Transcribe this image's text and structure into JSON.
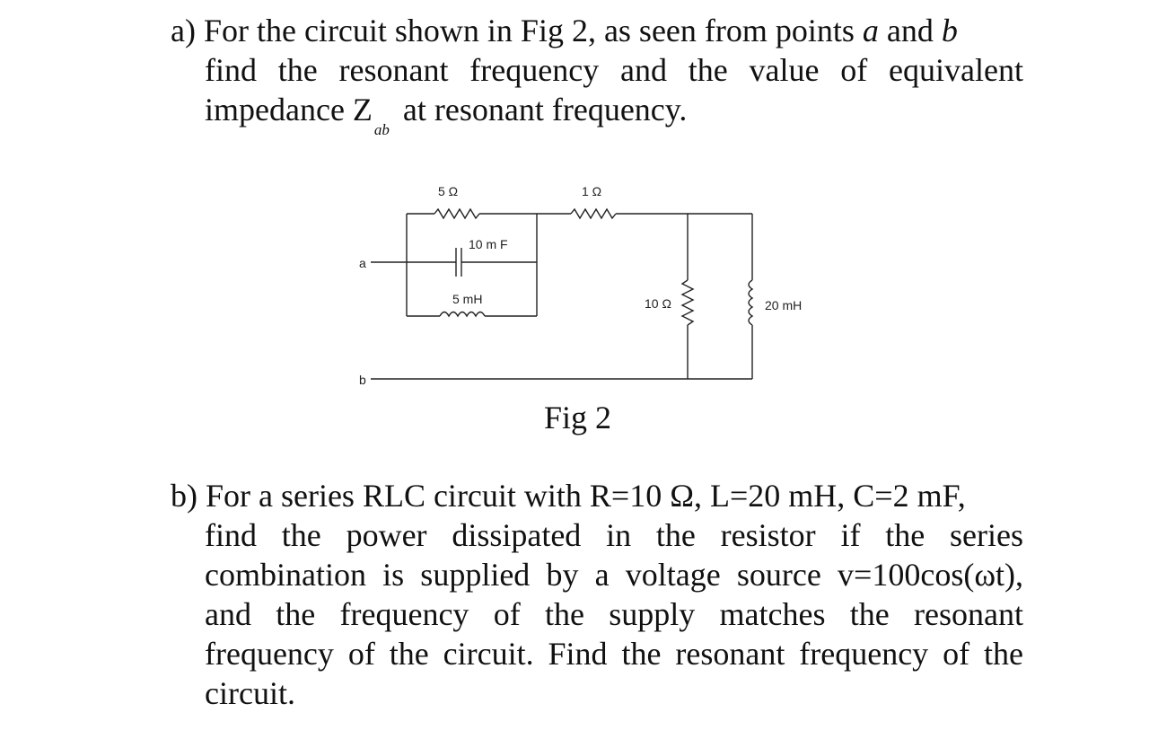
{
  "part_a": {
    "line1_prefix": "a) For the circuit shown in Fig 2, as seen from points ",
    "point_a": "a",
    "line1_mid": " and ",
    "point_b": "b",
    "line2": "find the resonant frequency and the value of equivalent",
    "line3_prefix": "impedance Z",
    "subscript": "ab",
    "line3_suffix": " at resonant frequency."
  },
  "figure": {
    "caption": "Fig 2",
    "labels": {
      "r1": "5 Ω",
      "r2": "1 Ω",
      "cap": "10 m F",
      "ind1": "5 mH",
      "r3": "10 Ω",
      "ind2": "20 mH",
      "node_a": "a",
      "node_b": "b"
    }
  },
  "part_b": {
    "lines": [
      "b) For a series RLC circuit with R=10 Ω, L=20 mH, C=2 mF,",
      "find the power dissipated in the resistor if the series",
      "combination is supplied by a voltage source v=100cos(ωt),",
      "and the frequency of the supply matches the resonant",
      "frequency of the circuit. Find the resonant frequency of the",
      "circuit."
    ]
  }
}
